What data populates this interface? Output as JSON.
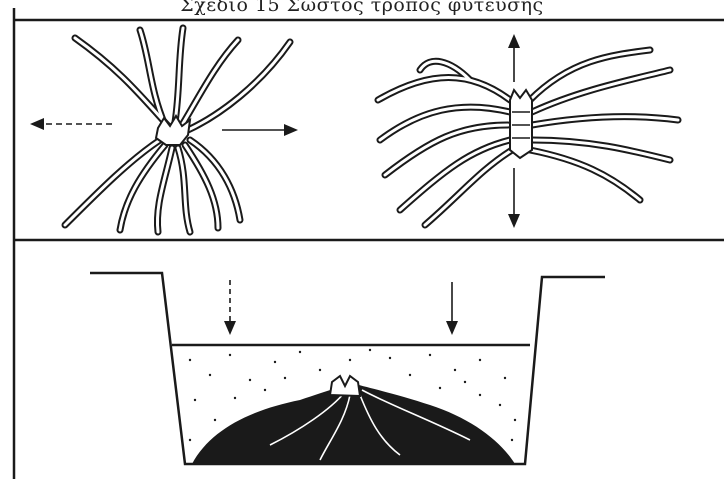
{
  "caption": "Σχέδιο 15 Σωστός τρόπος φύτευσης",
  "colors": {
    "ink": "#1a1a1a",
    "background": "#ffffff"
  },
  "panels": [
    {
      "name": "roots-spread-top-view"
    },
    {
      "name": "roots-spread-side-view"
    },
    {
      "name": "planting-hole-cross-section"
    }
  ]
}
